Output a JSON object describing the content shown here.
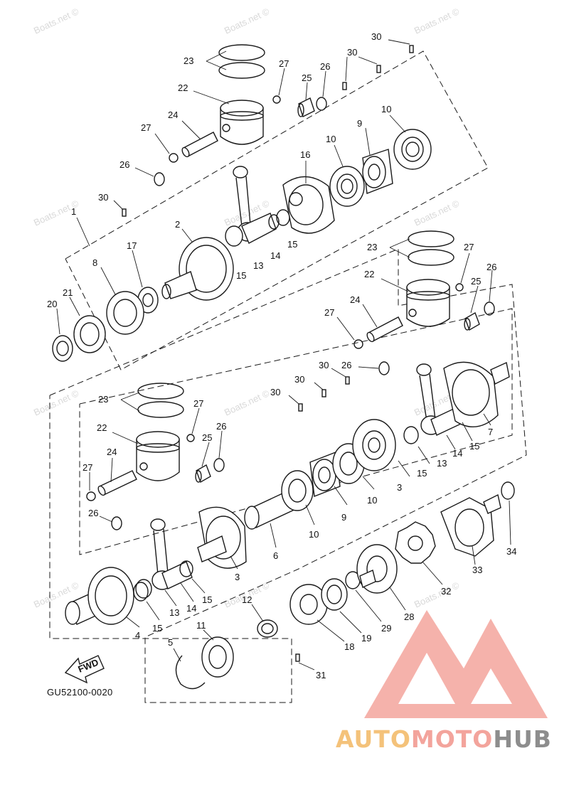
{
  "watermark": {
    "text": "Boats.net ©"
  },
  "diagram_code": "GU52100-0020",
  "fwd_label": "FWD",
  "brand": {
    "part1": "AUTO",
    "part2": "MOTO",
    "part3": "HUB",
    "color1": "#f4c27a",
    "color2": "#f3a49c",
    "color3": "#8d8d8d",
    "logo_color": "#f08c86"
  },
  "callouts": {
    "c1": "1",
    "c2": "2",
    "c3a": "3",
    "c3b": "3",
    "c4": "4",
    "c5": "5",
    "c6": "6",
    "c7": "7",
    "c8": "8",
    "c9a": "9",
    "c9b": "9",
    "c10a": "10",
    "c10b": "10",
    "c10c": "10",
    "c10d": "10",
    "c11": "11",
    "c12": "12",
    "c13a": "13",
    "c13b": "13",
    "c13c": "13",
    "c14a": "14",
    "c14b": "14",
    "c14c": "14",
    "c15a": "15",
    "c15b": "15",
    "c15c": "15",
    "c15d": "15",
    "c15e": "15",
    "c15f": "15",
    "c16": "16",
    "c17": "17",
    "c18": "18",
    "c19": "19",
    "c20": "20",
    "c21": "21",
    "c22a": "22",
    "c22b": "22",
    "c22c": "22",
    "c23a": "23",
    "c23b": "23",
    "c23c": "23",
    "c24a": "24",
    "c24b": "24",
    "c24c": "24",
    "c25a": "25",
    "c25b": "25",
    "c25c": "25",
    "c26a": "26",
    "c26b": "26",
    "c26c": "26",
    "c26d": "26",
    "c26e": "26",
    "c26f": "26",
    "c27a": "27",
    "c27b": "27",
    "c27c": "27",
    "c27d": "27",
    "c27e": "27",
    "c27f": "27",
    "c28": "28",
    "c29": "29",
    "c30a": "30",
    "c30b": "30",
    "c30c": "30",
    "c30d": "30",
    "c30e": "30",
    "c30f": "30",
    "c31": "31",
    "c32": "32",
    "c33": "33",
    "c34": "34"
  }
}
